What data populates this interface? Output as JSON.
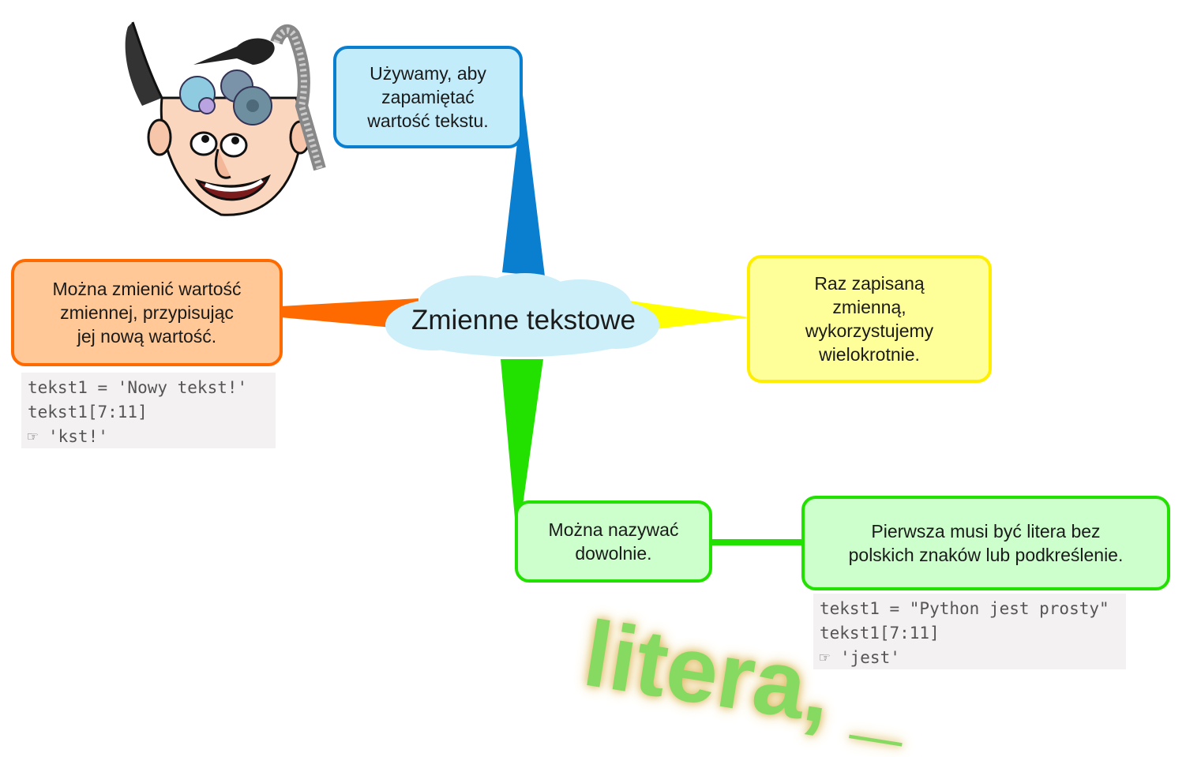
{
  "center": {
    "label": "Zmienne tekstowe"
  },
  "nodes": {
    "blue": "Używamy, aby\nzapamiętać\nwartość tekstu.",
    "orange": "Można zmienić wartość\nzmiennej, przypisując\njej nową wartość.",
    "yellow": "Raz zapisaną\nzmienną,\nwykorzystujemy\nwielokrotnie.",
    "green1": "Można nazywać\ndowolnie.",
    "green2": "Pierwsza musi być litera bez\npolskich znaków lub podkreślenie."
  },
  "code_examples": [
    {
      "lines": [
        "tekst1 = 'Nowy tekst!'",
        "tekst1[7:11]",
        "'kst!'"
      ]
    },
    {
      "lines": [
        "tekst1 = \"Python jest prosty\"",
        "tekst1[7:11]",
        "'jest'"
      ]
    }
  ],
  "decoration_text": "litera, _",
  "colors": {
    "blue": "#0b7fcf",
    "orange": "#ff6a00",
    "yellow": "#ffee00",
    "green": "#22e000",
    "cloud": "#cceffa"
  },
  "icons": {
    "output_marker": "thumbs-up-icon",
    "cartoon": "thinking-man-gears-illustration"
  }
}
